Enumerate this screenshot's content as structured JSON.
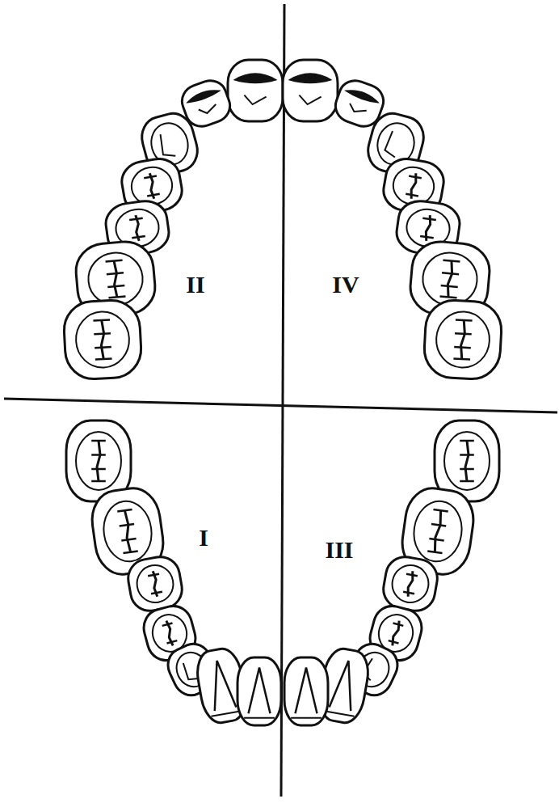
{
  "diagram": {
    "labels": [
      "II",
      "IV",
      "I",
      "III"
    ]
  }
}
